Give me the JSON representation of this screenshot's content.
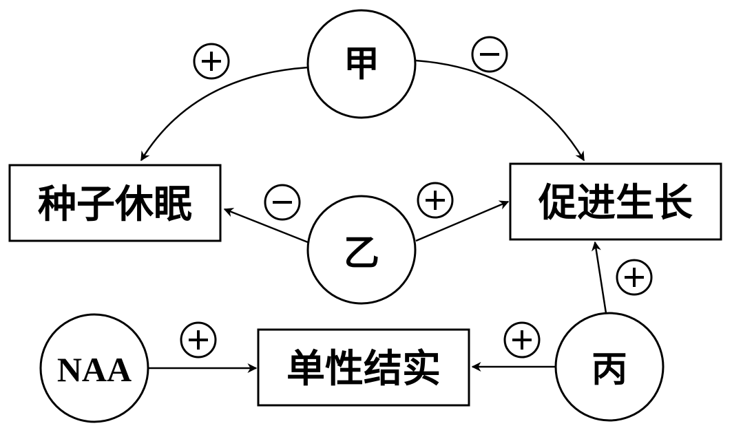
{
  "nodes": {
    "jia": "甲",
    "yi": "乙",
    "bing": "丙",
    "naa": "NAA",
    "dormancy": "种子休眠",
    "growth": "促进生长",
    "parthenocarpy": "单性结实"
  },
  "relations": [
    {
      "from": "甲",
      "to": "种子休眠",
      "effect": "+"
    },
    {
      "from": "甲",
      "to": "促进生长",
      "effect": "−"
    },
    {
      "from": "乙",
      "to": "种子休眠",
      "effect": "−"
    },
    {
      "from": "乙",
      "to": "促进生长",
      "effect": "+"
    },
    {
      "from": "丙",
      "to": "促进生长",
      "effect": "+"
    },
    {
      "from": "丙",
      "to": "单性结实",
      "effect": "+"
    },
    {
      "from": "NAA",
      "to": "单性结实",
      "effect": "+"
    }
  ],
  "colors": {
    "stroke": "#000000",
    "background": "#ffffff"
  }
}
